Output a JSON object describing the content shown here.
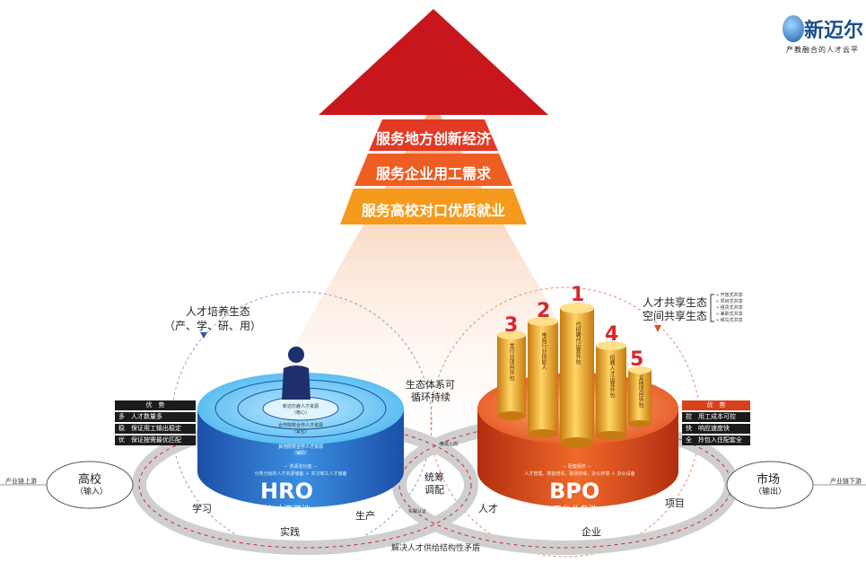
{
  "logo": {
    "name": "新迈尔",
    "tagline": "产教融合的人才云平"
  },
  "pyramid": {
    "bands": [
      "服务地方创新经济",
      "服务企业用工需求",
      "服务高校对口优质就业"
    ]
  },
  "left_ecosystem": {
    "title": "人才培养生态",
    "sub": "（产、学、研、用）"
  },
  "right_ecosystem": {
    "line1": "人才共享生态",
    "line2": "空间共享生态",
    "bullets": [
      "» 开放式共享",
      "» 项目式共享",
      "» 租赁式共享",
      "» 兼职式共享",
      "» 候鸟式共享"
    ]
  },
  "center_loop": {
    "line1": "生态体系可",
    "line2": "循环持续"
  },
  "hro": {
    "title": "HRO",
    "subtitle": "人才资源池",
    "rings": [
      {
        "t1": "新迈尔雇人才资源",
        "t2": "（核心）"
      },
      {
        "t1": "合作院校合作人才资源",
        "t2": "（紧密）"
      },
      {
        "t1": "其他院校合作人才资源",
        "t2": "（辅助）"
      }
    ],
    "service_title": "－ 资源池功能 －",
    "service_body": "分类分级的人才资源储备 ＋ 实习和工人才储备"
  },
  "bpo": {
    "title": "BPO",
    "subtitle": "平台业务池",
    "service_title": "－ 配套服务 －",
    "service_body": "人才管理、岗前培训、职场训练、办公环境 ＋ 办公设备",
    "cylinders": [
      {
        "num": "1",
        "text": "代招聘代运营外包"
      },
      {
        "num": "2",
        "text": "电商行业技能人"
      },
      {
        "num": "3",
        "text": "发行业项目外包"
      },
      {
        "num": "4",
        "text": "招聘人才运营外包"
      },
      {
        "num": "5",
        "text": "其他项目外包"
      }
    ]
  },
  "left_table": {
    "header": "优　势",
    "rows": [
      "多　人才数量多",
      "稳　保证用工输出稳定",
      "优　保证按需最优匹配"
    ]
  },
  "right_table": {
    "header": "优　势",
    "rows": [
      "控　用工成本可控",
      "快　响应速度快",
      "全　拎包入住配套全"
    ]
  },
  "flow": {
    "gaoxiao": "高校",
    "gaoxiao_sub": "（输入）",
    "shichang": "市场",
    "shichang_sub": "（输出）",
    "chanye_up": "产业链上游",
    "chanye_down": "产业链下游",
    "xuexi": "学习",
    "shijian": "实践",
    "shengchan": "生产",
    "rencai": "人才",
    "qiye": "企业",
    "xiangmu": "项目",
    "tongchou": "统筹",
    "tiaopei": "调配",
    "jieshou": "接需入岗",
    "chuchang": "实践认证",
    "bottom": "解决人才供给结构性矛盾"
  },
  "colors": {
    "pyramid_red": "#c8161d",
    "band1": "#e23a25",
    "band2": "#ee5d22",
    "band3": "#f59a1c",
    "hro_blue": "#2e8fd8",
    "bpo_orange": "#e2501c",
    "gold": "#f2b433"
  }
}
